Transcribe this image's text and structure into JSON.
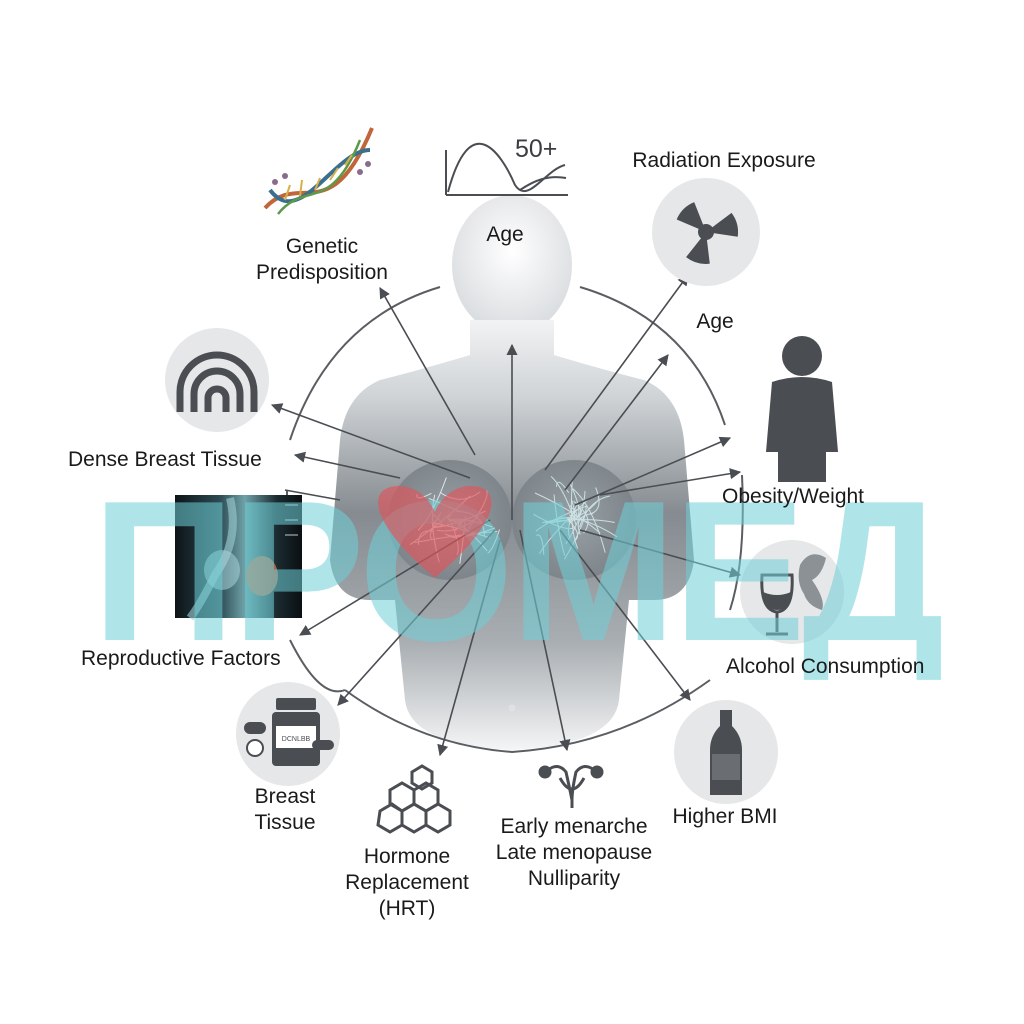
{
  "labels": {
    "genetic": [
      "Genetic",
      "Predisposition"
    ],
    "age_top": "Age",
    "age_graph_label": "50+",
    "radiation": "Radiation Exposure",
    "age_right": "Age",
    "dense_breast": "Dense Breast Tissue",
    "obesity": "Obesity/Weight",
    "reproductive": "Reproductive Factors",
    "alcohol": "Alcohol Consumption",
    "breast_tissue": [
      "Breast",
      "Tissue"
    ],
    "hrt": [
      "Hormone",
      "Replacement",
      "(HRT)"
    ],
    "reproductive_details": [
      "Early menarche",
      "Late menopause",
      "Nulliparity"
    ],
    "higher_bmi": "Higher BMI",
    "pill_bottle_label": "DCNLBB"
  },
  "watermark": {
    "text": "ПРОМЕД",
    "color": "#6fd0d8",
    "heart_color": "#e0555a"
  },
  "colors": {
    "icon_circle": "#e6e7e9",
    "icon_dark": "#4a4d52",
    "arrow": "#4a4d52",
    "body_dark": "#6d7378",
    "body_light": "#eef0f1"
  },
  "icons": [
    "dna-icon",
    "age-curve-icon",
    "radiation-icon",
    "arch-icon",
    "silhouette-icon",
    "wine-icon",
    "pill-bottle-icon",
    "molecule-icon",
    "uterus-icon",
    "bottle-icon",
    "mammogram-image"
  ]
}
